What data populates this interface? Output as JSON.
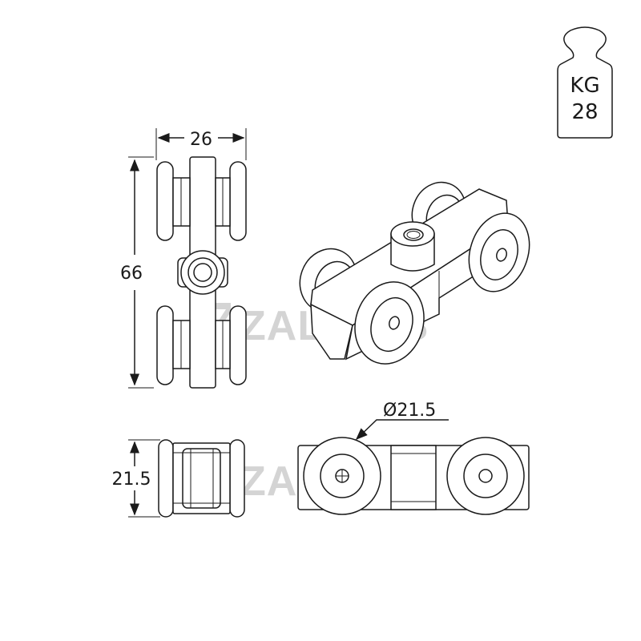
{
  "weight_badge": {
    "unit": "KG",
    "value": "28"
  },
  "dimensions": {
    "width": "26",
    "height": "66",
    "depth": "21.5",
    "wheel_diameter": "Ø21.5"
  },
  "watermark": {
    "text": "ZALONIS"
  },
  "colors": {
    "line": "#1a1a1a",
    "background": "#ffffff",
    "watermark": "#d4d4d4"
  }
}
